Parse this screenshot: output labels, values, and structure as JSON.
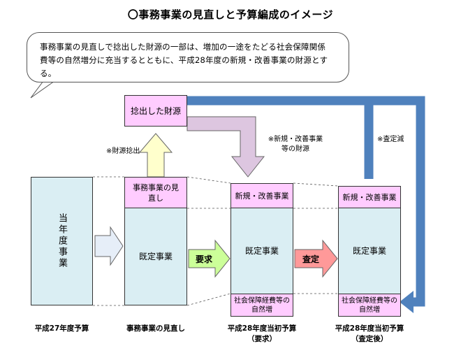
{
  "title": "〇事務事業の見直しと予算編成のイメージ",
  "note": {
    "line1": "事務事業の見直しで捻出した財源の一部は、増加の一途をたどる社会保障関係",
    "line2": "費等の自然増分に充当するとともに、平成28年度の新規・改善事業の財源とする。"
  },
  "boxes": {
    "extracted_funds": "捻出した財源",
    "current_projects": "当年度事業",
    "review_top": "事務事業の見直し",
    "existing_1": "既定事業",
    "new_projects_1": "新規・改善事業",
    "existing_2": "既定事業",
    "social_security_1": "社会保障経費等の自然増",
    "new_projects_2": "新規・改善事業",
    "existing_3": "既定事業",
    "social_security_2": "社会保障経費等の自然増"
  },
  "annotations": {
    "fund_extraction": "※財源捻出",
    "new_project_funds_1": "※新規・改善事業",
    "new_project_funds_2": "等の財源",
    "assessment_reduction": "※査定減"
  },
  "arrows": {
    "request": "要求",
    "assessment": "査定"
  },
  "captions": {
    "fy27": "平成27年度予算",
    "review": "事務事業の見直し",
    "fy28_request_1": "平成28年度当初予算",
    "fy28_request_2": "（要求）",
    "fy28_final_1": "平成28年度当初予算",
    "fy28_final_2": "（査定後）"
  },
  "colors": {
    "pink_box": "#ffccff",
    "blue_box": "#daeef3",
    "blue_flow": "#4f81bd",
    "request_arrow": "#ccff99",
    "assessment_arrow": "#ff9999",
    "yellow_arrow": "#ffffcc",
    "lavender_arrow": "#ddc6e0"
  }
}
